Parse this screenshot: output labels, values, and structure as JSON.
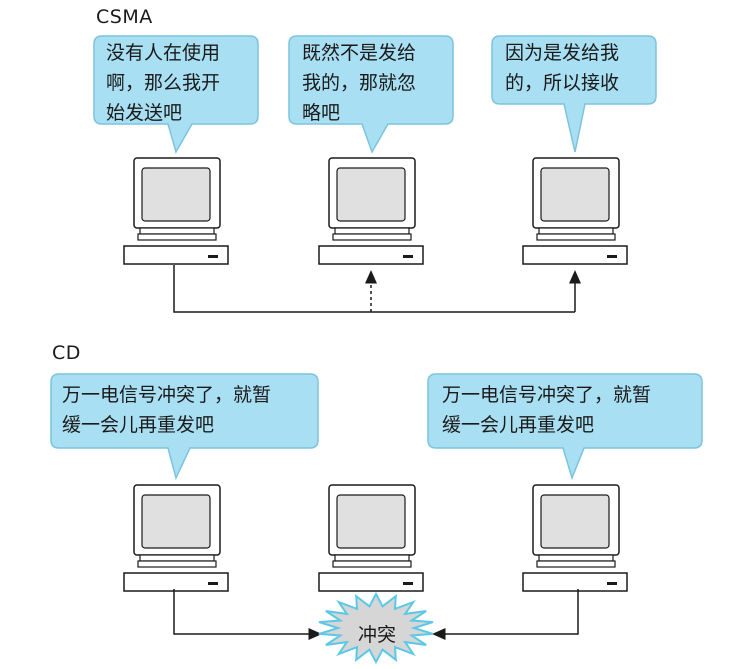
{
  "csma": {
    "label": "CSMA",
    "bubbles": [
      {
        "lines": [
          "没有人在使用",
          "啊，那么我开",
          "始发送吧"
        ]
      },
      {
        "lines": [
          "既然不是发给",
          "我的，那就忽",
          "略吧"
        ]
      },
      {
        "lines": [
          "因为是发给我",
          "的，所以接收"
        ]
      }
    ]
  },
  "cd": {
    "label": "CD",
    "bubbles": [
      {
        "lines": [
          "万一电信号冲突了，就暂",
          "缓一会儿再重发吧"
        ]
      },
      {
        "lines": [
          "万一电信号冲突了，就暂",
          "缓一会儿再重发吧"
        ]
      }
    ],
    "collision_label": "冲突"
  },
  "colors": {
    "bubble_fill": "#a9dff2",
    "bubble_stroke": "#7cc3de",
    "computer_fill": "#ffffff",
    "screen_fill": "#e0e0e0",
    "outline": "#1a1a1a",
    "burst_fill": "#d6d6d6",
    "burst_stroke": "#5bc8e6"
  }
}
